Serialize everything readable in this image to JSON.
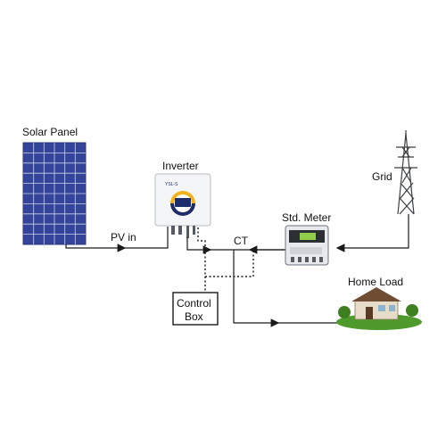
{
  "labels": {
    "solar_panel": "Solar Panel",
    "inverter": "Inverter",
    "grid": "Grid",
    "pv_in": "PV in",
    "ct": "CT",
    "std_meter": "Std. Meter",
    "home_load": "Home Load",
    "control_box_line1": "Control",
    "control_box_line2": "Box"
  },
  "inverter_logo": "YSL-S",
  "colors": {
    "panel_cell": "#34449a",
    "panel_grid": "#c9d2ea",
    "line": "#1a1a1a",
    "inverter_accent": "#f2b21a",
    "inverter_display": "#1d2d6b",
    "grass": "#4f9a2c"
  }
}
